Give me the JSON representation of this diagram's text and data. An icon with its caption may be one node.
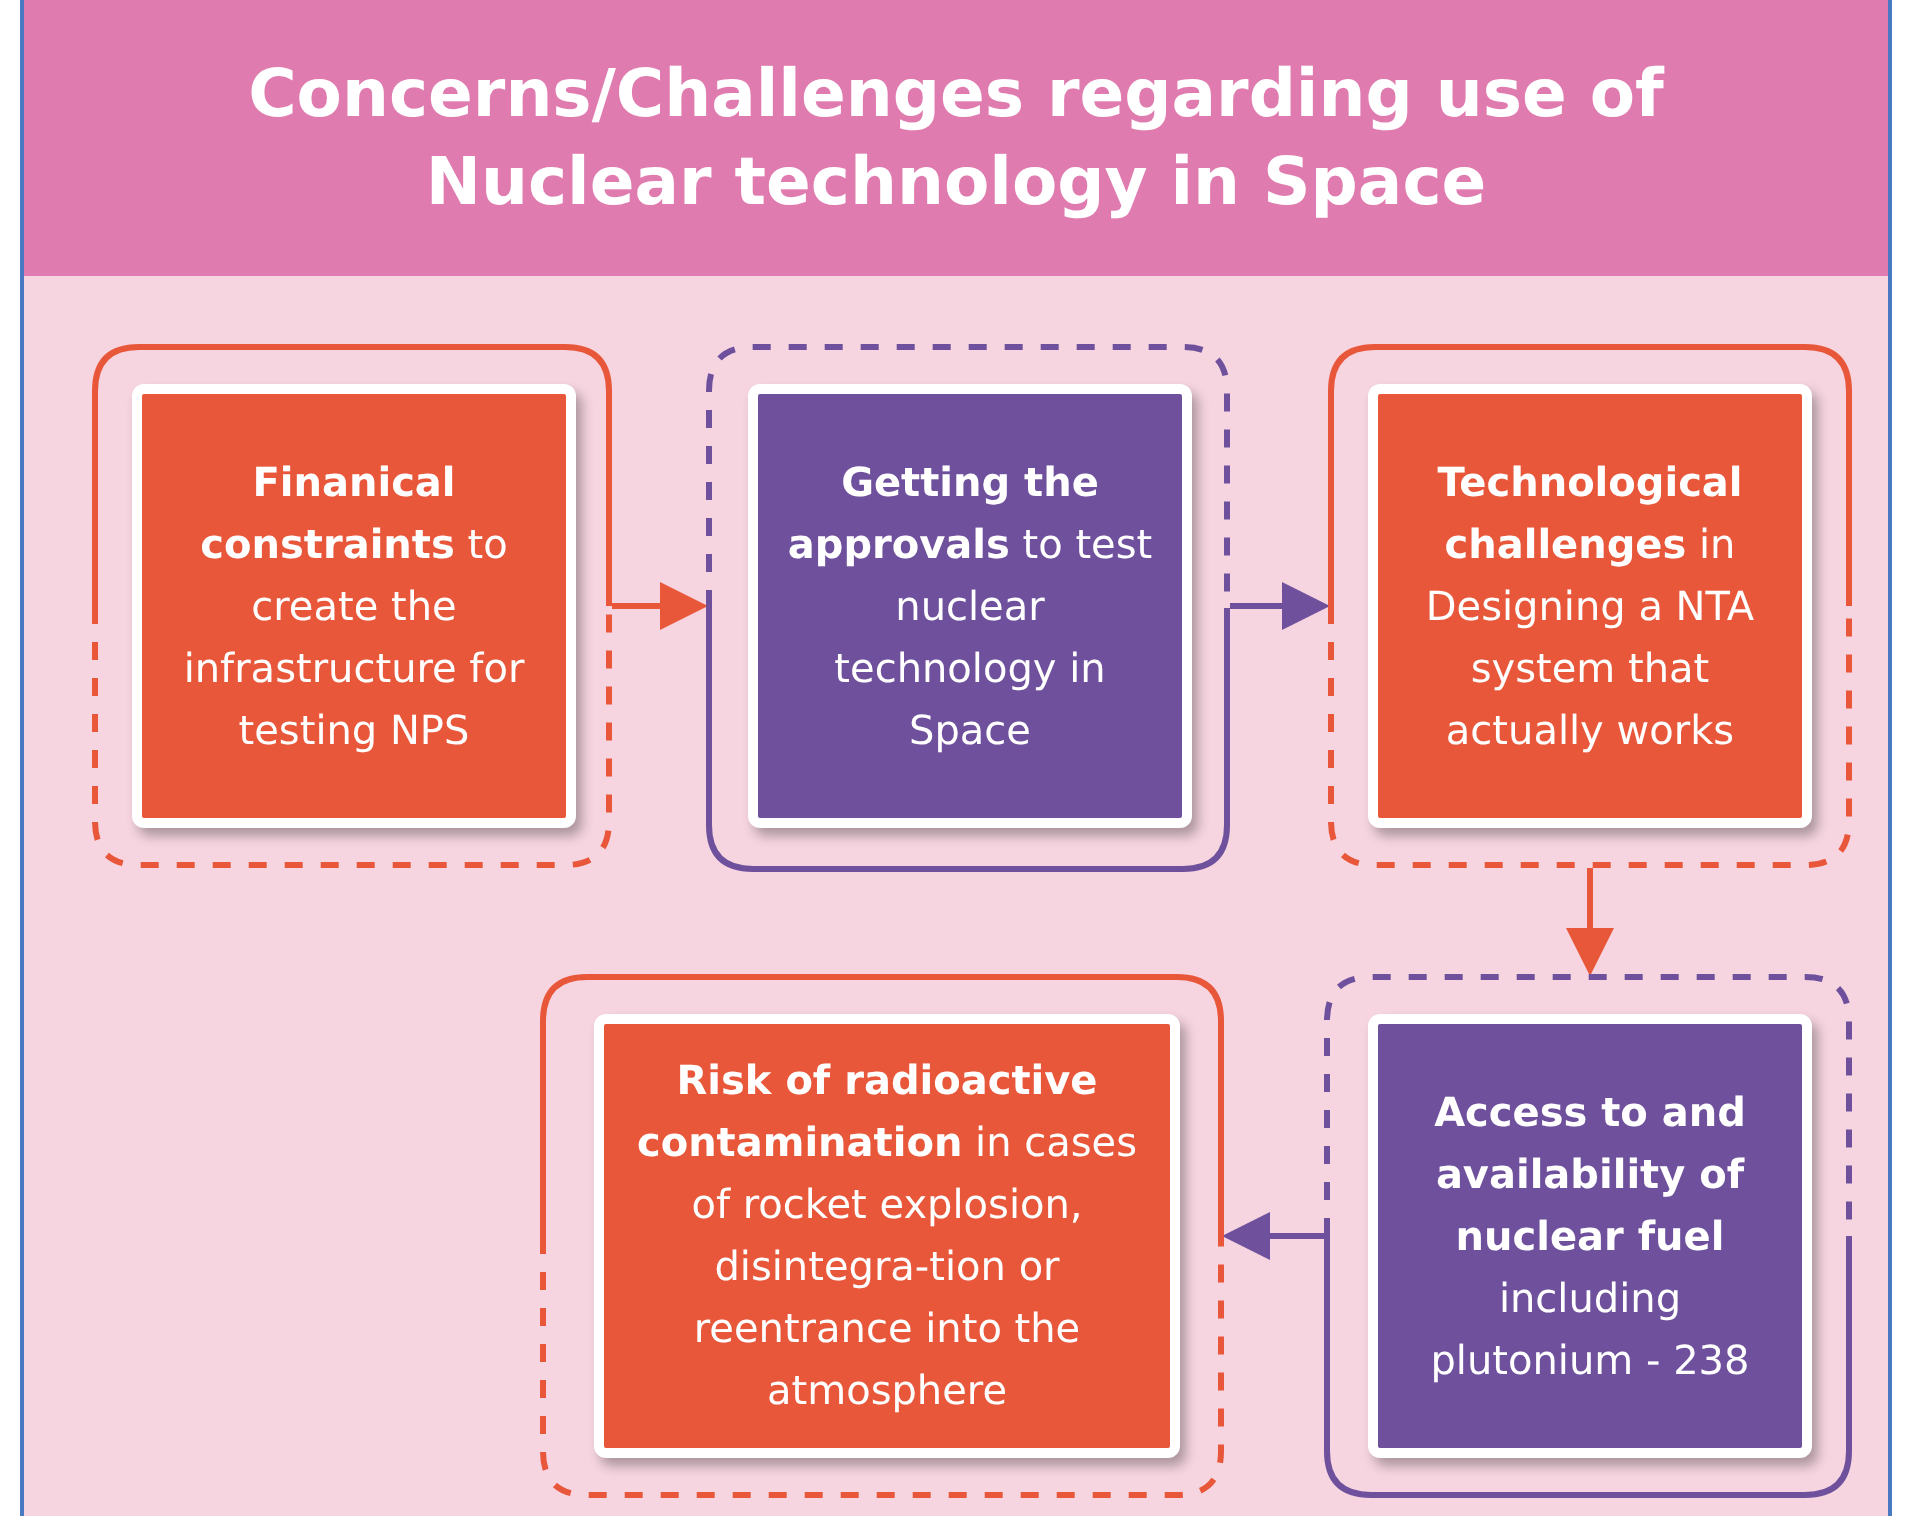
{
  "diagram": {
    "title": "Concerns/Challenges regarding use of Nuclear technology in Space",
    "nodes": [
      {
        "text": [],
        "shape": "box"
      },
      {
        "text": [
          "**Finanical constraints** to create the infrastructure for testing NPS"
        ],
        "in": 0
      },
      {
        "text": [],
        "shape": "box"
      },
      {
        "text": [
          "**Getting the approvals** to test nuclear technology in Space"
        ],
        "in": 2
      },
      {
        "text": [],
        "shape": "box"
      },
      {
        "text": [
          "**Technological challenges** in Designing a NTA system that actually works"
        ],
        "in": 4
      },
      {
        "text": [],
        "shape": "box"
      },
      {
        "text": [
          "**Access to and availability of nuclear fuel** including plutonium - 238"
        ],
        "in": 6
      },
      {
        "text": [],
        "shape": "box"
      },
      {
        "text": [
          "**Risk of radioactive contamination** in cases of rocket explosion, disintegra-tion or reentrance into the atmosphere"
        ],
        "in": 8
      }
    ],
    "edges": [
      {
        "from": 0,
        "to": 2,
        "arrow": "to",
        "color": "#e8573a"
      },
      {
        "from": 2,
        "to": 4,
        "arrow": "to",
        "color": "#6e509c"
      },
      {
        "from": 4,
        "to": 6,
        "arrow": "to",
        "color": "#e8573a"
      },
      {
        "from": 6,
        "to": 8,
        "arrow": "to",
        "color": "#6e509c"
      }
    ]
  }
}
